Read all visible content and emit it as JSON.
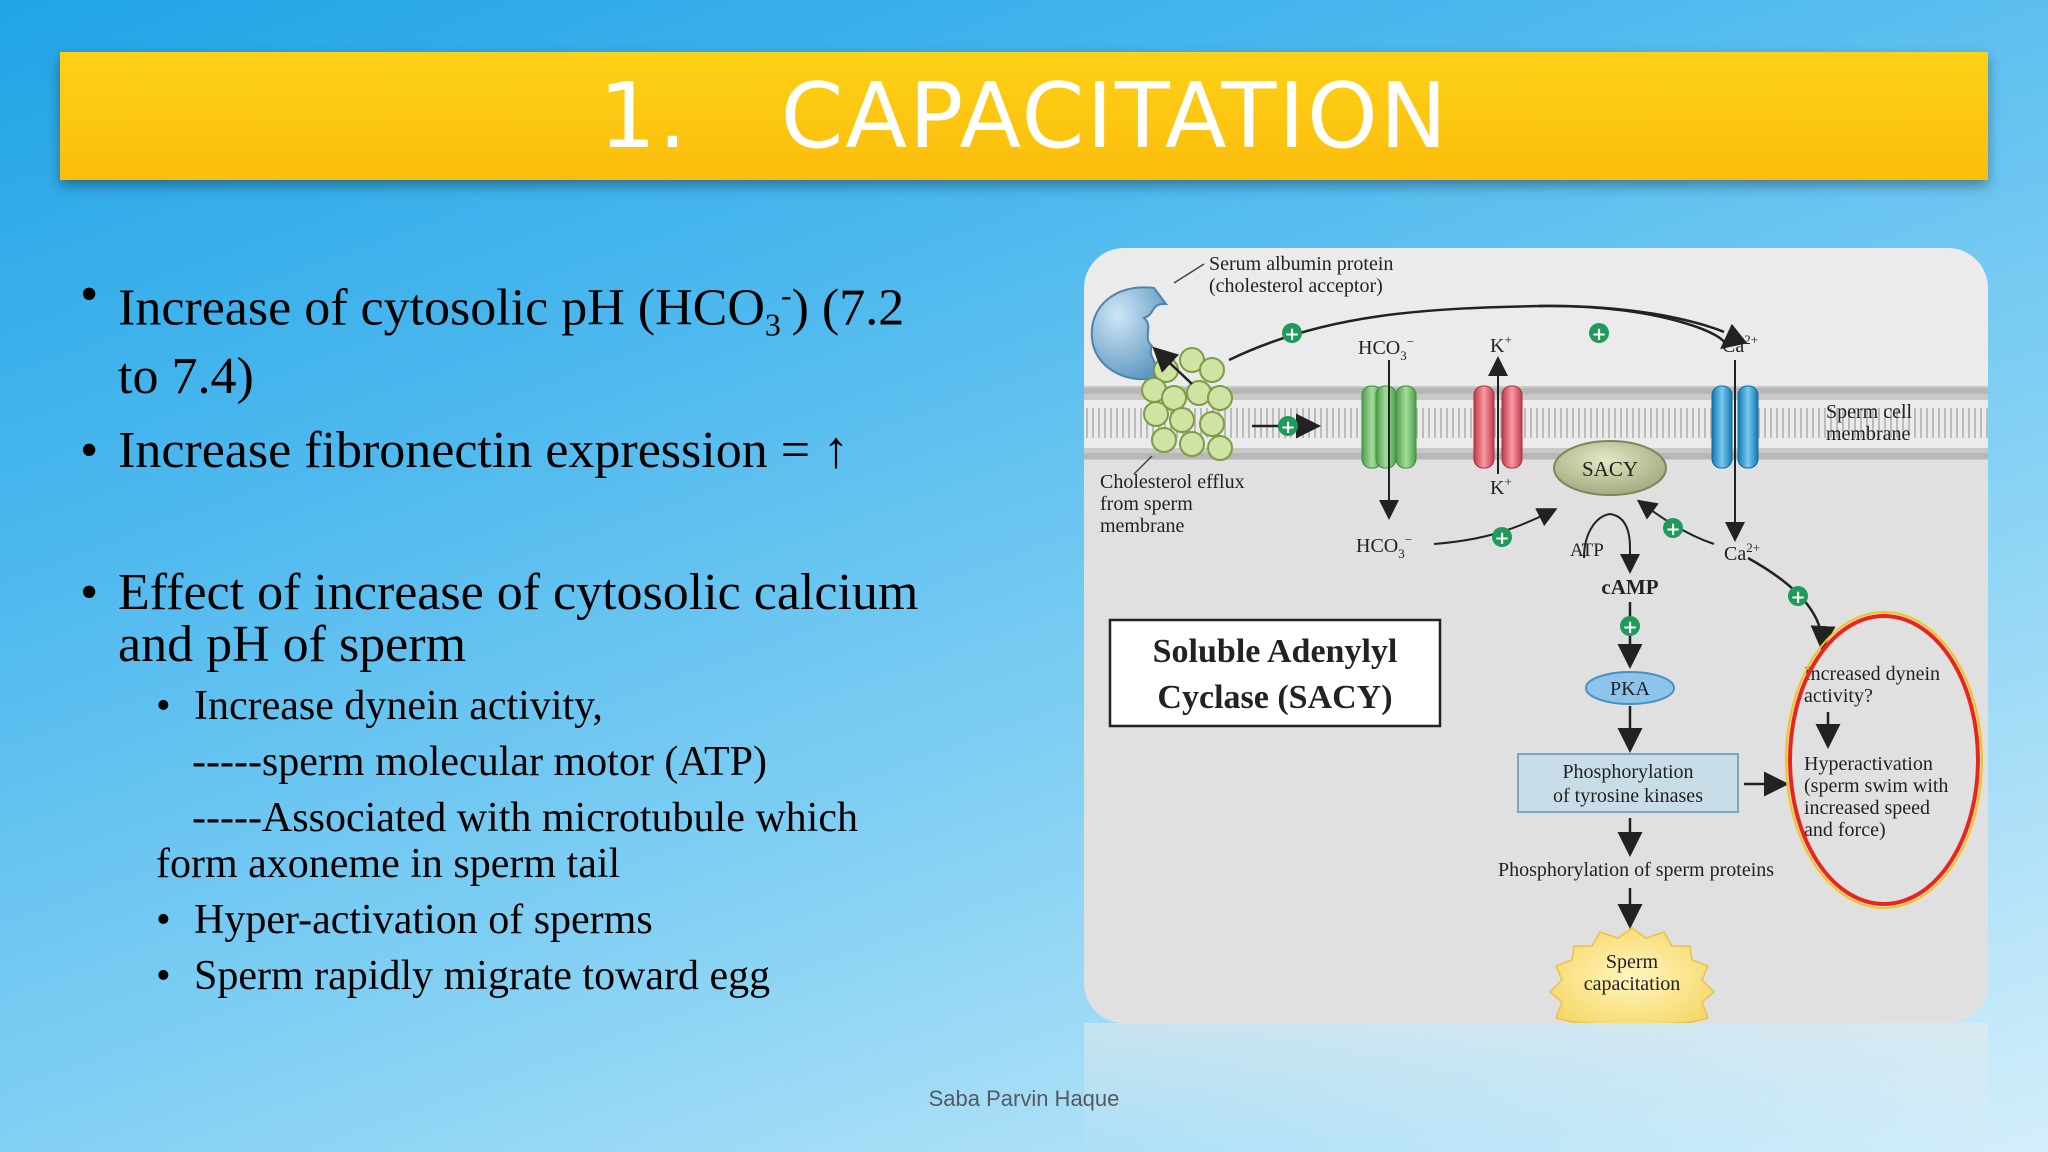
{
  "title": "1.   CAPACITATION",
  "bullets": {
    "ph": {
      "main": "Increase of cytosolic pH (HCO",
      "sub": "3",
      "sup": "-",
      "rest": ") (7.2",
      "line2": "to 7.4)"
    },
    "fibronectin": "Increase fibronectin expression = ↑",
    "calcium": {
      "line1": "Effect of increase of cytosolic calcium",
      "line2": "and pH of sperm"
    },
    "dynein": "Increase dynein activity,",
    "motor": "-----sperm molecular motor (ATP)",
    "microtubule": "-----Associated with microtubule which",
    "axoneme": "form axoneme in sperm tail",
    "hyper": "Hyper-activation of sperms",
    "migrate": "Sperm rapidly migrate toward egg"
  },
  "footer": "Saba Parvin Haque",
  "diagram": {
    "serum_line1": "Serum albumin protein",
    "serum_line2": "(cholesterol acceptor)",
    "hco3_top": "HCO",
    "k_top": "K",
    "ca_top": "Ca",
    "membrane_line1": "Sperm cell",
    "membrane_line2": "membrane",
    "efflux_line1": "Cholesterol efflux",
    "efflux_line2": "from sperm",
    "efflux_line3": "membrane",
    "k_in": "K",
    "sacy": "SACY",
    "hco3_in": "HCO",
    "atp": "ATP",
    "ca_in": "Ca",
    "camp": "cAMP",
    "sacy_box_line1": "Soluble Adenylyl",
    "sacy_box_line2": "Cyclase (SACY)",
    "pka": "PKA",
    "phos_line1": "Phosphorylation",
    "phos_line2": "of tyrosine kinases",
    "dynein_line1": "Increased dynein",
    "dynein_line2": "activity?",
    "hyper_line1": "Hyperactivation",
    "hyper_line2": "(sperm swim with",
    "hyper_line3": "increased speed",
    "hyper_line4": "and force)",
    "proteins": "Phosphorylation of sperm proteins",
    "cap_line1": "Sperm",
    "cap_line2": "capacitation",
    "colors": {
      "channel_green": "#7cc576",
      "channel_red": "#ec6272",
      "channel_blue": "#2d9fd9",
      "highlight_ring": "#e8261c",
      "plus_badge": "#1f9a5a"
    }
  }
}
